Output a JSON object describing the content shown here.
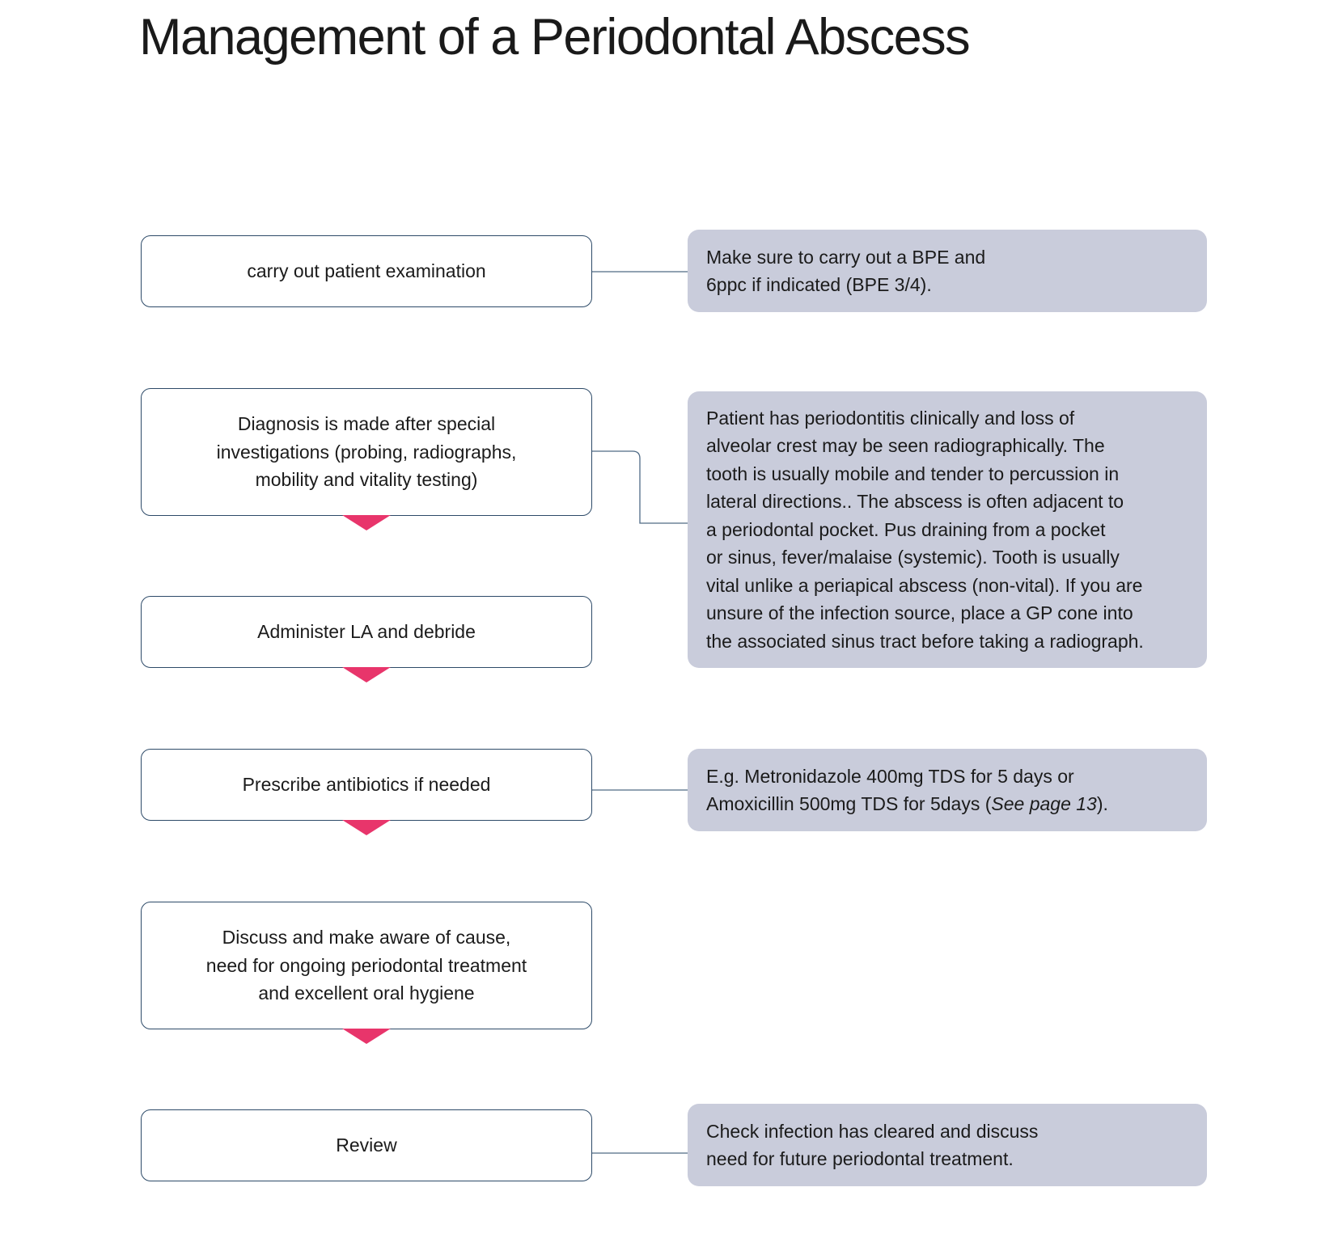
{
  "title": "Management of a Periodontal Abscess",
  "colors": {
    "step_border": "#2d4a68",
    "note_background": "#c9ccdb",
    "arrow": "#e8356b",
    "connector": "#4f6a85"
  },
  "steps": [
    {
      "label": "carry out patient examination"
    },
    {
      "label": "Diagnosis is made after special\ninvestigations (probing, radiographs,\nmobility and vitality testing)"
    },
    {
      "label": "Administer LA and debride"
    },
    {
      "label": "Prescribe antibiotics if needed"
    },
    {
      "label": "Discuss and make aware of cause,\nneed for ongoing periodontal treatment\nand excellent oral hygiene"
    },
    {
      "label": "Review"
    }
  ],
  "notes": [
    {
      "text": "Make sure to carry out a BPE and\n6ppc if indicated (BPE 3/4)."
    },
    {
      "text": "Patient has periodontitis clinically and loss of\nalveolar crest may be seen radiographically. The\ntooth is usually mobile and tender to percussion in\nlateral directions.. The abscess is often adjacent to\na periodontal pocket. Pus draining from a pocket\nor sinus, fever/malaise (systemic). Tooth is usually\nvital unlike a periapical abscess (non-vital). If you are\nunsure of the infection source, place a GP cone into\nthe associated sinus tract before taking a radiograph."
    },
    {
      "text_before": "E.g. Metronidazole 400mg TDS for 5 days or\nAmoxicillin 500mg TDS for 5days (",
      "text_italic": "See page 13",
      "text_after": ")."
    },
    {
      "text": "Check infection has cleared and discuss\nneed for future periodontal treatment."
    }
  ]
}
